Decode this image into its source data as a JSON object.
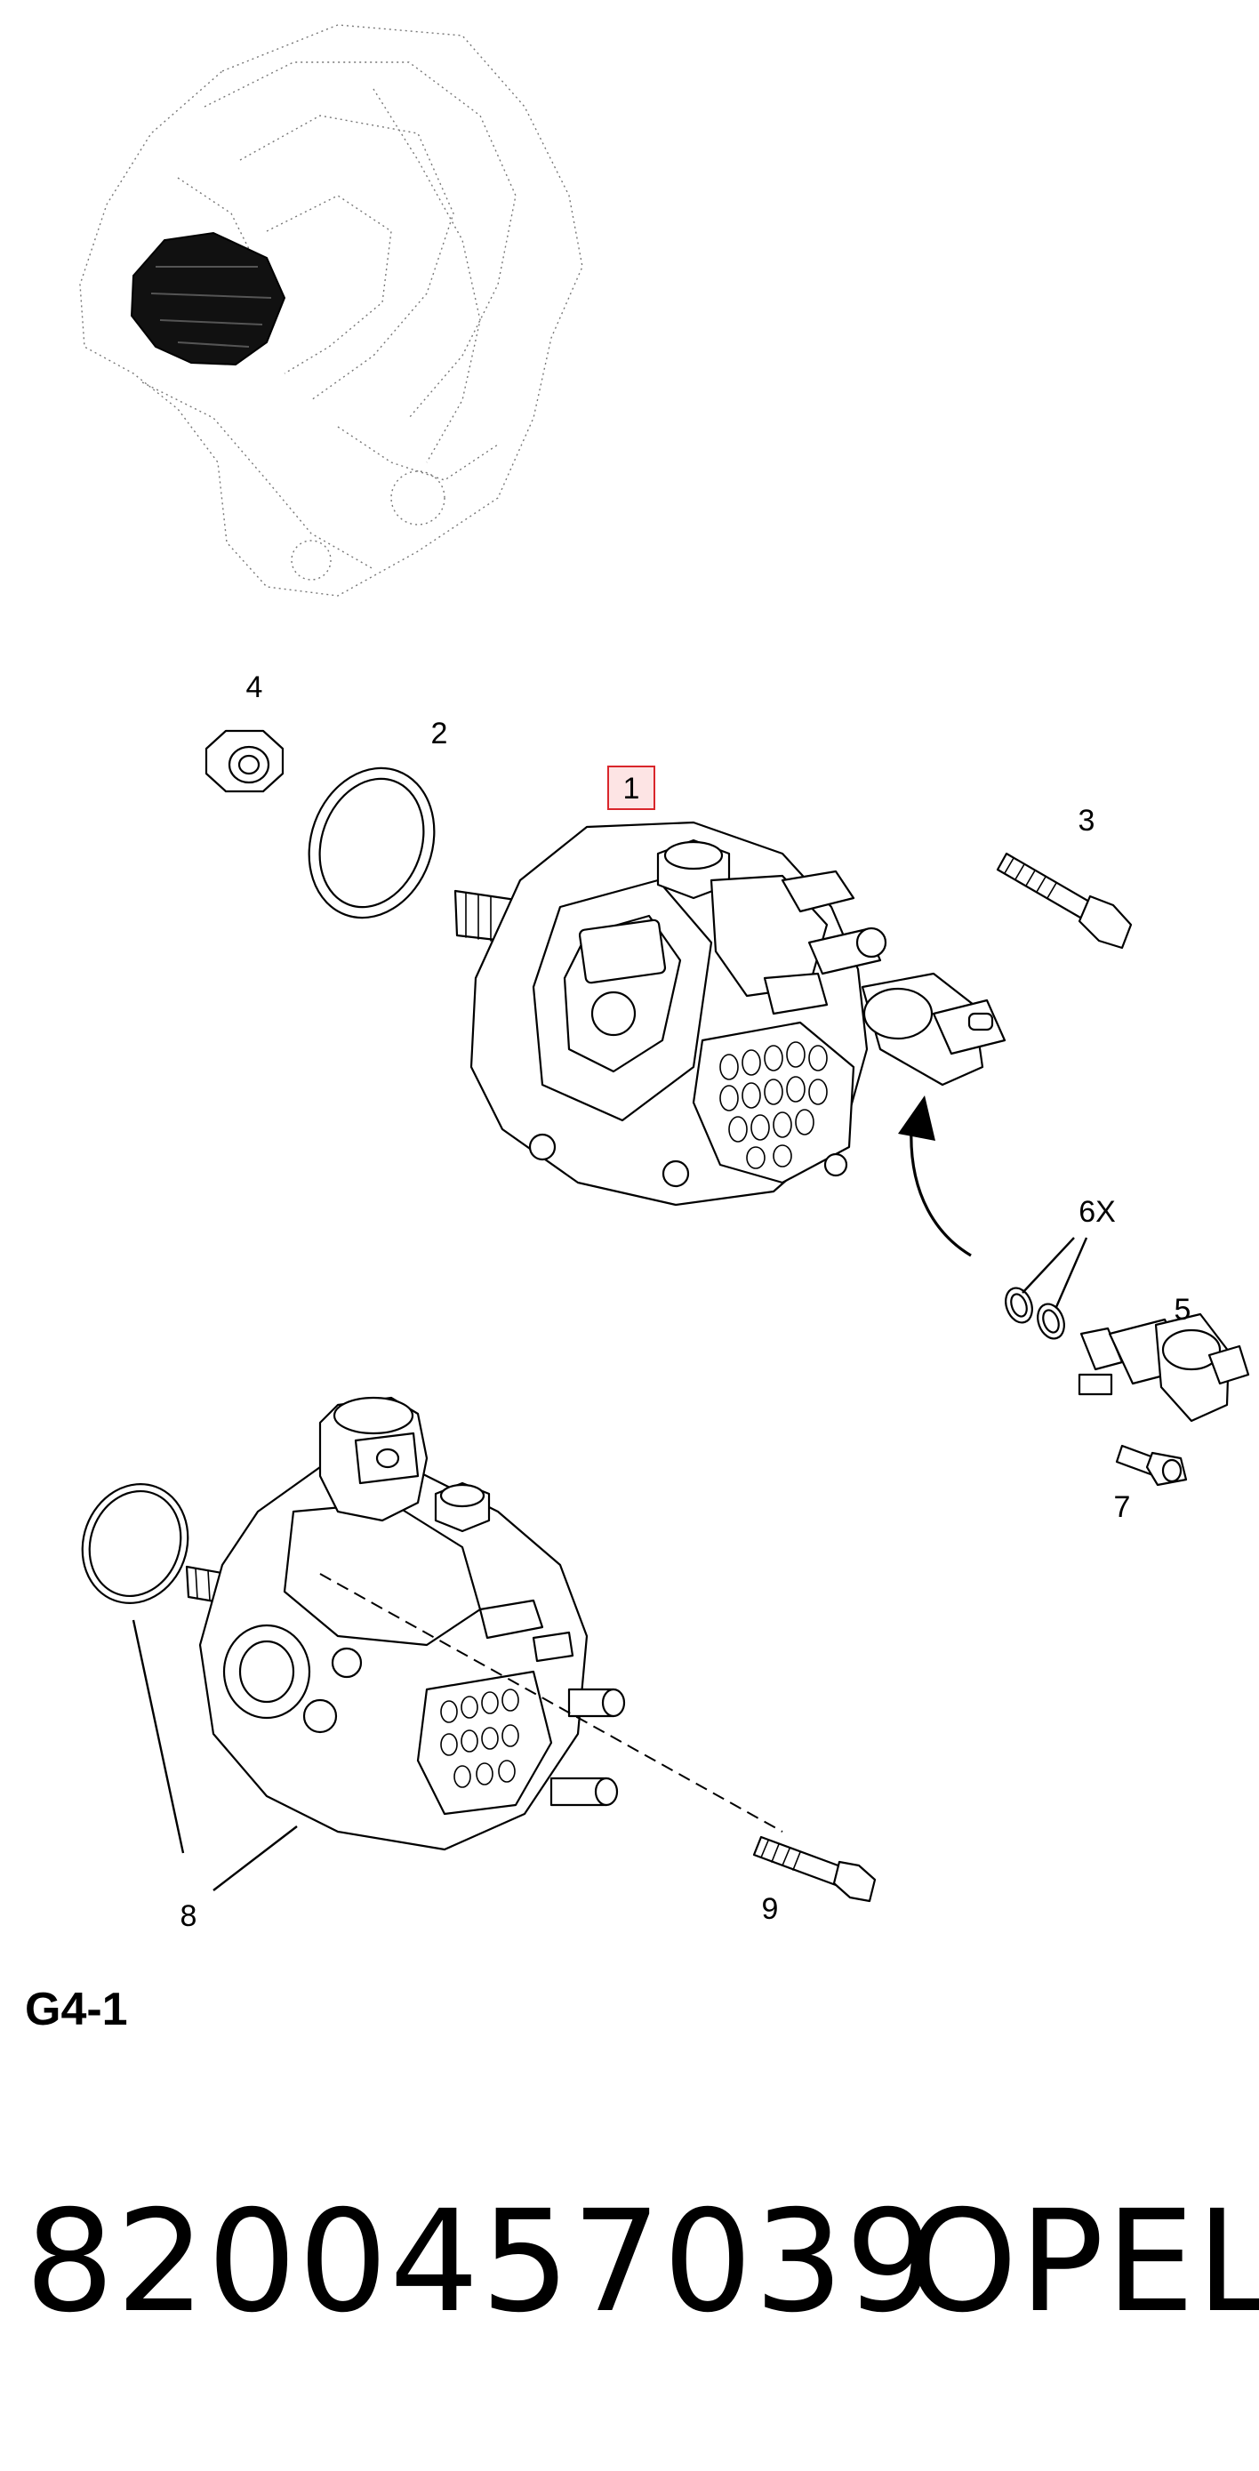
{
  "diagram": {
    "callouts": {
      "c1": "1",
      "c2": "2",
      "c3": "3",
      "c4": "4",
      "c5": "5",
      "c6": "6X",
      "c7": "7",
      "c8": "8",
      "c9": "9"
    },
    "highlight_color": "#d9262b",
    "highlight_fill": "#fde4e4"
  },
  "footer": {
    "diagram_code": "G4-1",
    "part_number": "8200457039",
    "brand": "OPEL"
  }
}
